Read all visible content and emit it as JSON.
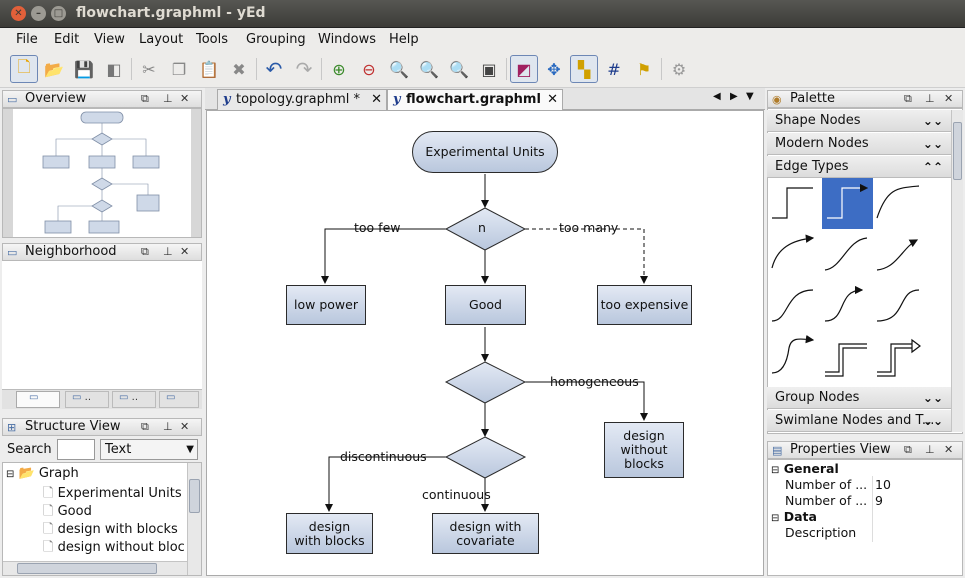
{
  "window": {
    "title": "flowchart.graphml - yEd"
  },
  "menu": [
    "File",
    "Edit",
    "View",
    "Layout",
    "Tools",
    "Grouping",
    "Windows",
    "Help"
  ],
  "panels": {
    "overview": "Overview",
    "neighborhood": "Neighborhood",
    "structure": "Structure View",
    "palette": "Palette",
    "properties": "Properties View"
  },
  "tabs": [
    {
      "label": "topology.graphml *"
    },
    {
      "label": "flowchart.graphml"
    }
  ],
  "neighborhood_tabs": [
    "",
    "..",
    "..",
    ""
  ],
  "structure": {
    "search_label": "Search",
    "search_value": "",
    "filter_value": "Text",
    "root": "Graph",
    "items": [
      "Experimental Units",
      "Good",
      "design with blocks",
      "design without bloc"
    ]
  },
  "palette": {
    "sections_top": [
      "Shape Nodes",
      "Modern Nodes",
      "Edge Types"
    ],
    "sections_bottom": [
      "Group Nodes",
      "Swimlane Nodes and T..."
    ]
  },
  "properties": {
    "general": "General",
    "rows": [
      {
        "name": "Number of ...",
        "value": "10"
      },
      {
        "name": "Number of ...",
        "value": "9"
      }
    ],
    "data": "Data",
    "description": "Description"
  },
  "flowchart": {
    "start": "Experimental Units",
    "decision1": "n",
    "low": "low power",
    "good": "Good",
    "expensive": "too expensive",
    "too_few": "too few",
    "too_many": "too many",
    "homogeneous": "homogeneous",
    "without_blocks": "design\nwithout\nblocks",
    "discontinuous": "discontinuous",
    "continuous": "continuous",
    "with_blocks": "design\nwith blocks",
    "covariate": "design with\ncovariate"
  }
}
